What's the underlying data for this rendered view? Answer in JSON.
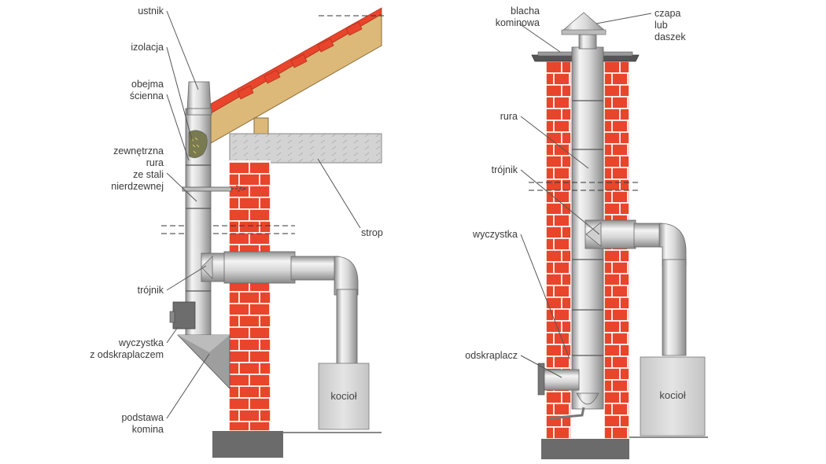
{
  "left_labels": {
    "ustnik": "ustnik",
    "izolacja": "izolacja",
    "obejma_1": "obejma",
    "obejma_2": "ścienna",
    "zewn_1": "zewnętrzna",
    "zewn_2": "rura",
    "zewn_3": "ze stali",
    "zewn_4": "nierdzewnej",
    "strop": "strop",
    "trojnik": "trójnik",
    "wyczystka_1": "wyczystka",
    "wyczystka_2": "z odskraplaczem",
    "podstawa_1": "podstawa",
    "podstawa_2": "komina",
    "kociol": "kocioł"
  },
  "right_labels": {
    "blacha_1": "blacha",
    "blacha_2": "kominowa",
    "czapa_1": "czapa",
    "czapa_2": "lub",
    "czapa_3": "daszek",
    "rura": "rura",
    "trojnik": "trójnik",
    "wyczystka": "wyczystka",
    "odskraplacz": "odskraplacz",
    "kociol": "kocioł"
  },
  "colors": {
    "brick": "#e8452c",
    "roof_wood": "#dcb978",
    "ceiling": "#d2d2d2",
    "foundation": "#6b6b6b",
    "steel_light": "#f2f2f2",
    "steel_dark": "#9a9a9a",
    "boiler": "#d6d6d6"
  }
}
